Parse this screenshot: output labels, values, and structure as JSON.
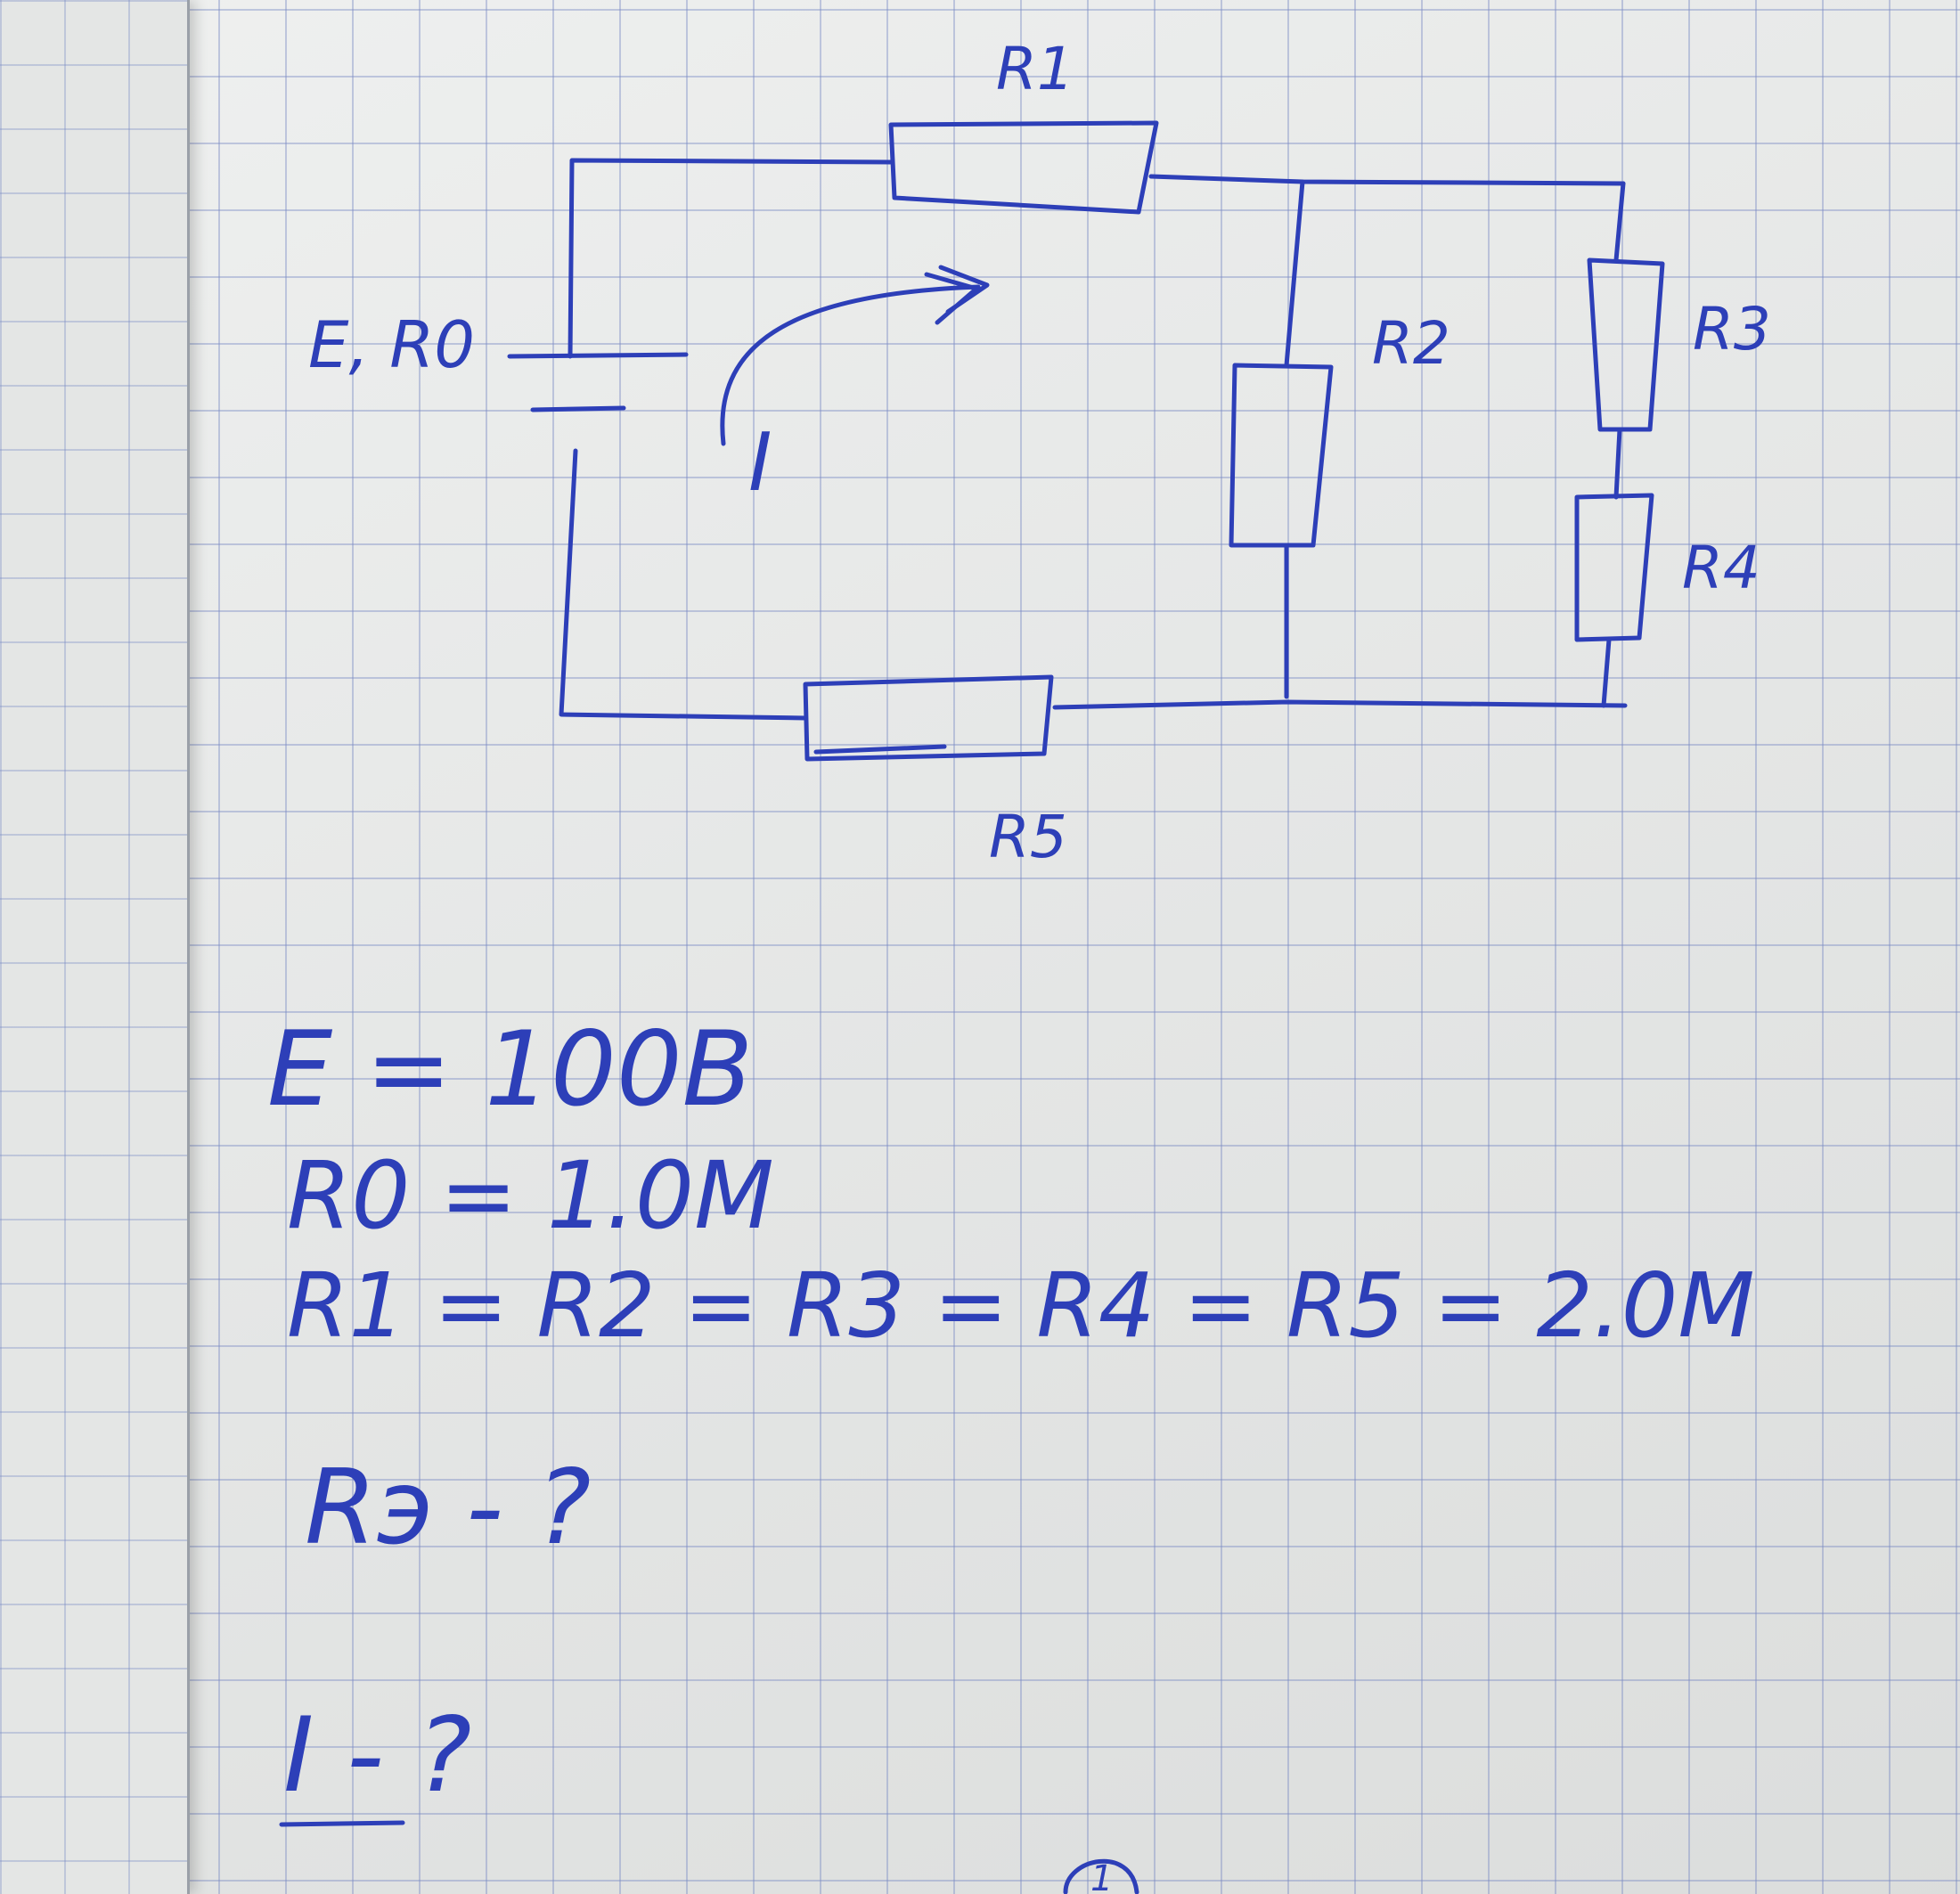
{
  "circuit": {
    "source_label": "E, R0",
    "current_label": "I",
    "resistors": {
      "r1": "R1",
      "r2": "R2",
      "r3": "R3",
      "r4": "R4",
      "r5": "R5"
    }
  },
  "givens": {
    "emf": "E = 100B",
    "r0": "R0 = 1.0M",
    "resistances": "R1 = R2 = R3 = R4 = R5 = 2.0M"
  },
  "questions": {
    "equivalent": "Rэ - ?",
    "current": "I - ?"
  },
  "page_mark": "1",
  "ink_color": "#2d3fb8"
}
